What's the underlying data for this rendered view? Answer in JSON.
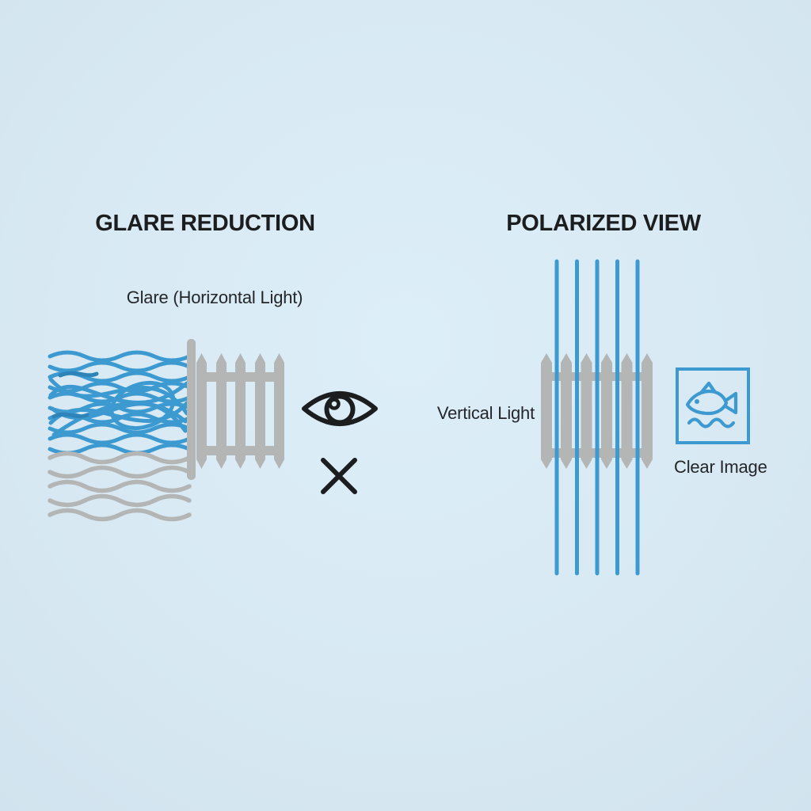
{
  "colors": {
    "bg": "#d8e9f3",
    "blue": "#3d9ad1",
    "blue_dark": "#2e83b9",
    "gray": "#b4b6b6",
    "ink": "#1c1d1f"
  },
  "left_panel": {
    "title": "GLARE REDUCTION",
    "light_label": "Glare (Horizontal Light)",
    "icons": [
      "scattered-glare-waves-icon",
      "gray-waves-icon",
      "polarizer-fence-icon",
      "eye-icon",
      "x-mark-icon"
    ],
    "meaning": "blocked"
  },
  "right_panel": {
    "title": "POLARIZED VIEW",
    "light_label": "Vertical Light",
    "result_label": "Clear Image",
    "icons": [
      "vertical-light-rays-icon",
      "polarizer-fence-icon",
      "fish-in-water-icon"
    ],
    "ray_count": 5
  }
}
